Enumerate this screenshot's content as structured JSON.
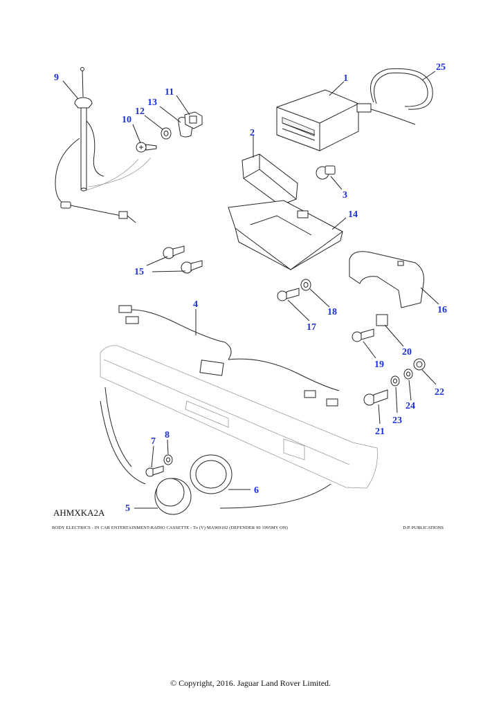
{
  "drawing": {
    "code": "AHMXKA2A",
    "caption": "BODY ELECTRICS - IN CAR ENTERTAINMENT-RADIO CASSETTE - To (V) MA969102 (DEFENDER 90 1995MY ON)",
    "publisher": "D.P. PUBLICATIONS",
    "copyright": "© Copyright, 2016. Jaguar Land Rover Limited."
  },
  "callouts": [
    "1",
    "2",
    "3",
    "4",
    "5",
    "6",
    "7",
    "8",
    "9",
    "10",
    "11",
    "12",
    "13",
    "14",
    "15",
    "16",
    "17",
    "18",
    "19",
    "20",
    "21",
    "22",
    "23",
    "24",
    "25"
  ],
  "colors": {
    "callout": "#1b2fd6",
    "line": "#222222"
  }
}
